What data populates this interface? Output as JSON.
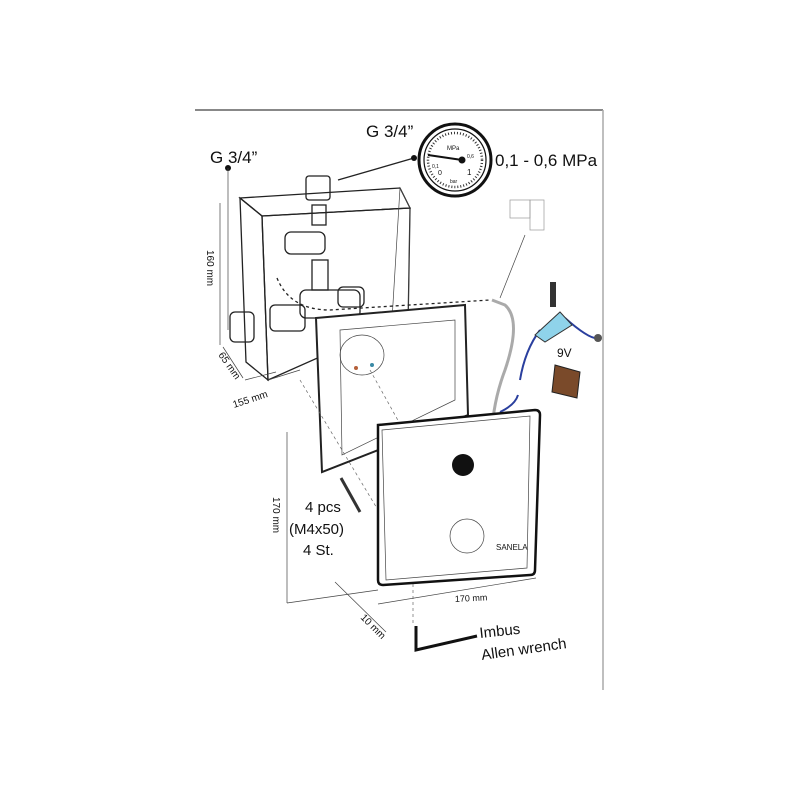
{
  "labels": {
    "gauge_thread": "G 3/4”",
    "inlet_thread": "G 3/4”",
    "pressure_range": "0,1 - 0,6 MPa",
    "height_box": "160 mm",
    "depth_box": "65 mm",
    "width_box": "155 mm",
    "height_plate": "170 mm",
    "width_plate": "170 mm",
    "depth_plate": "10 mm",
    "screws_line1": "4 pcs",
    "screws_line2": "(M4x50)",
    "screws_line3": "4 St.",
    "battery": "9V",
    "tool_line1": "Imbus",
    "tool_line2": "Allen wrench"
  },
  "gauge": {
    "unit": "MPa",
    "tick_low": "0,1",
    "tick_zero": "0",
    "tick_mid": "0,6",
    "tick_max": "1",
    "unit_bar": "bar"
  },
  "colors": {
    "cable_blue": "#2a3f9e",
    "battery_brown": "#7a4a2a",
    "sensor_cyan": "#8fd3ea"
  }
}
